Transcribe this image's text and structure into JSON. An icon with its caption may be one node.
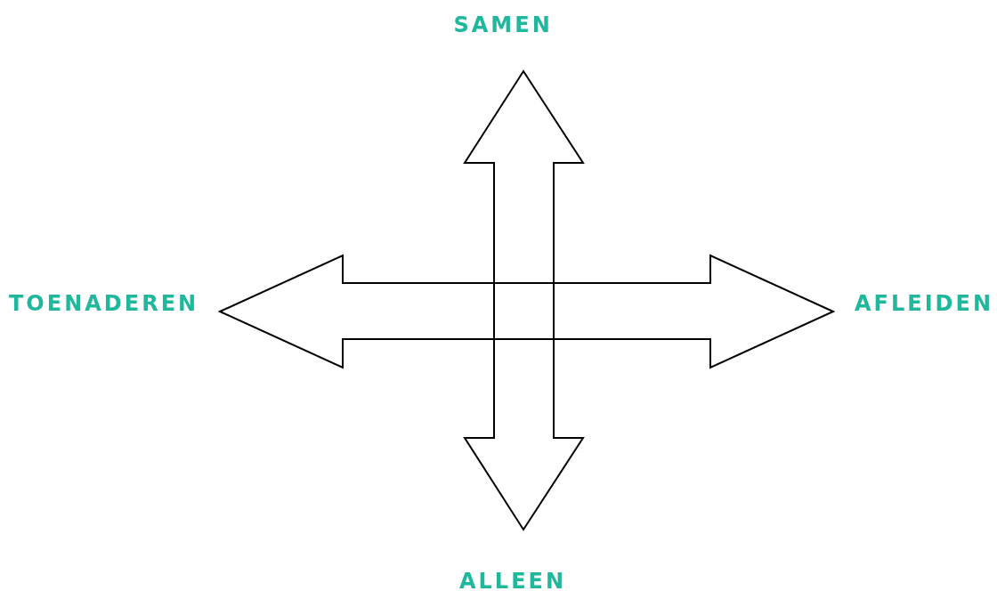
{
  "diagram": {
    "labels": [
      "SAMEN",
      "TOENADEREN",
      "AFLEIDEN",
      "ALLEEN"
    ]
  }
}
